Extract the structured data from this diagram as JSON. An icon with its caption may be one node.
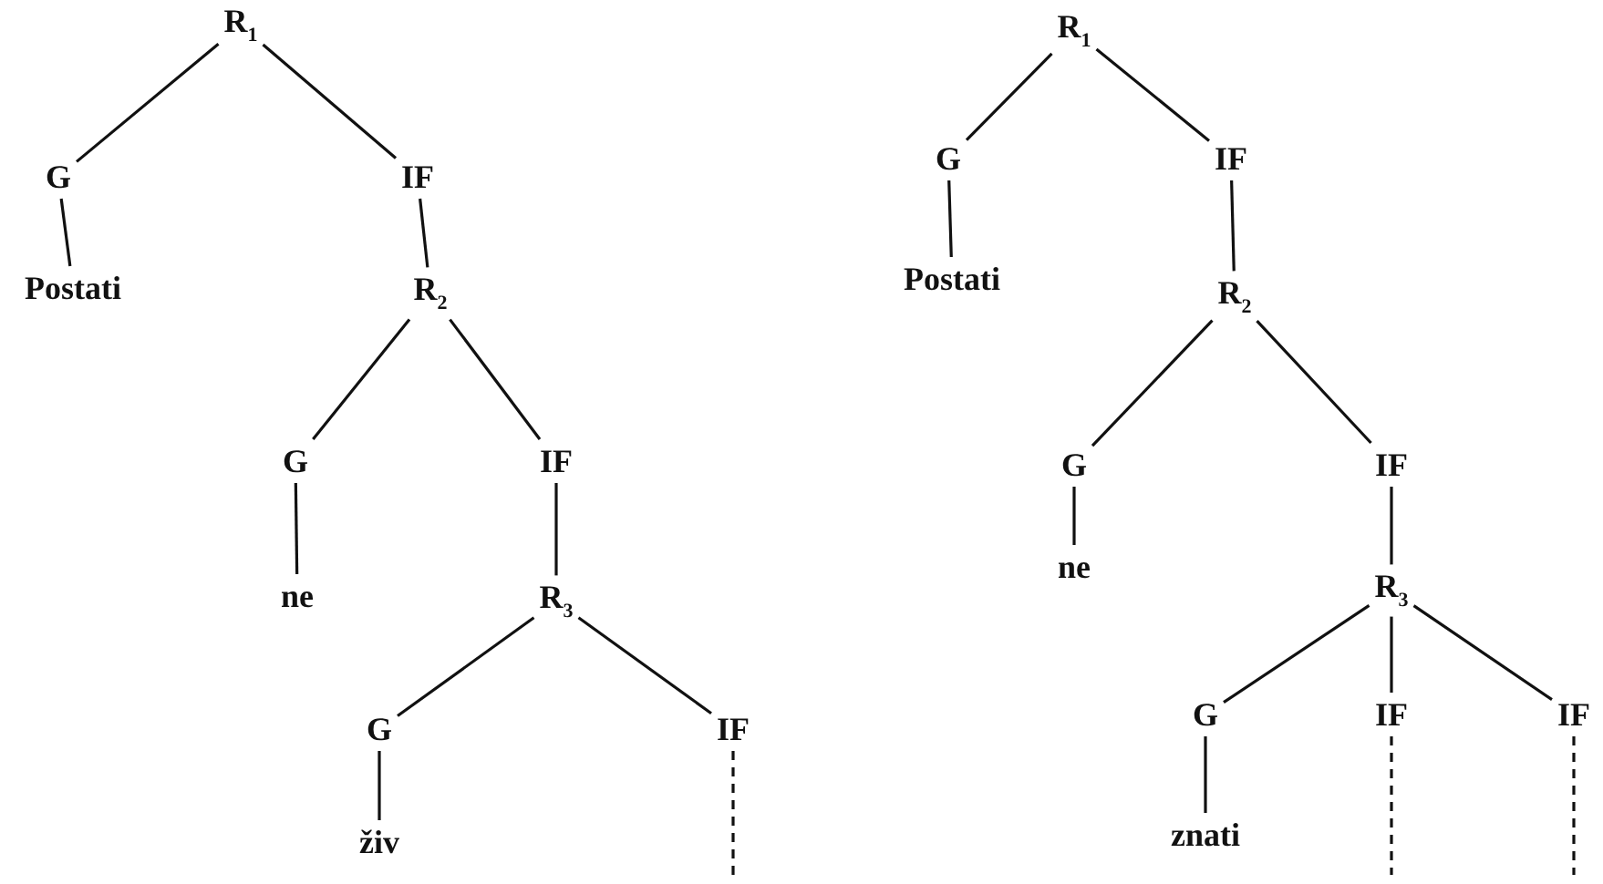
{
  "diagram": {
    "nodes": [
      {
        "text": [
          "R$_{1}$"
        ]
      },
      {
        "text": [
          "G"
        ]
      },
      {
        "text": [
          "IF"
        ]
      },
      {
        "text": [
          "Postati"
        ]
      },
      {
        "text": [
          "R$_{2}$"
        ]
      },
      {
        "text": [
          "G"
        ]
      },
      {
        "text": [
          "ne"
        ]
      },
      {
        "text": [
          "IF"
        ]
      },
      {
        "text": [
          "R$_{3}$"
        ]
      },
      {
        "text": [
          "G"
        ]
      },
      {
        "text": [
          "živ"
        ]
      },
      {
        "text": [
          "IF"
        ]
      },
      {
        "text": [
          "R$_{1}$"
        ]
      },
      {
        "text": [
          "G"
        ]
      },
      {
        "text": [
          "IF"
        ]
      },
      {
        "text": [
          "Postati"
        ]
      },
      {
        "text": [
          "R$_{2}$"
        ]
      },
      {
        "text": [
          "G"
        ]
      },
      {
        "text": [
          "ne"
        ]
      },
      {
        "text": [
          "IF"
        ]
      },
      {
        "text": [
          "R$_{3}$"
        ]
      },
      {
        "text": [
          "G"
        ]
      },
      {
        "text": [
          "znati"
        ]
      },
      {
        "text": [
          "IF"
        ]
      },
      {
        "text": [
          "IF"
        ]
      }
    ],
    "edges": [
      {
        "from": 0,
        "to": 1,
        "arrow": "none"
      },
      {
        "from": 0,
        "to": 2,
        "arrow": "none"
      },
      {
        "from": 1,
        "to": 3,
        "arrow": "none"
      },
      {
        "from": 2,
        "to": 4,
        "arrow": "none"
      },
      {
        "from": 4,
        "to": 5,
        "arrow": "none"
      },
      {
        "from": 4,
        "to": 7,
        "arrow": "none"
      },
      {
        "from": 5,
        "to": 6,
        "arrow": "none"
      },
      {
        "from": 7,
        "to": 8,
        "arrow": "none"
      },
      {
        "from": 8,
        "to": 9,
        "arrow": "none"
      },
      {
        "from": 8,
        "to": 11,
        "arrow": "none"
      },
      {
        "from": 9,
        "to": 10,
        "arrow": "none"
      },
      {
        "from": 11,
        "to": null,
        "arrow": "none",
        "style": "dashed"
      },
      {
        "from": 12,
        "to": 13,
        "arrow": "none"
      },
      {
        "from": 12,
        "to": 14,
        "arrow": "none"
      },
      {
        "from": 13,
        "to": 15,
        "arrow": "none"
      },
      {
        "from": 14,
        "to": 16,
        "arrow": "none"
      },
      {
        "from": 16,
        "to": 17,
        "arrow": "none"
      },
      {
        "from": 16,
        "to": 19,
        "arrow": "none"
      },
      {
        "from": 17,
        "to": 18,
        "arrow": "none"
      },
      {
        "from": 19,
        "to": 20,
        "arrow": "none"
      },
      {
        "from": 20,
        "to": 21,
        "arrow": "none"
      },
      {
        "from": 20,
        "to": 23,
        "arrow": "none"
      },
      {
        "from": 20,
        "to": 24,
        "arrow": "none"
      },
      {
        "from": 21,
        "to": 22,
        "arrow": "none"
      },
      {
        "from": 23,
        "to": null,
        "arrow": "none",
        "style": "dashed"
      },
      {
        "from": 24,
        "to": null,
        "arrow": "none",
        "style": "dashed"
      }
    ]
  }
}
